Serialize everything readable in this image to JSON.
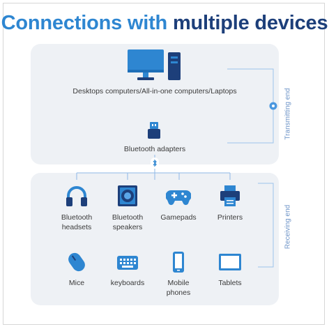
{
  "title": {
    "part1": "Connections with",
    "part2": "multiple devices"
  },
  "top": {
    "computers_label": "Desktops computers/All-in-one computers/Laptops",
    "adapter_label": "Bluetooth adapters",
    "side_label": "Transmitting end"
  },
  "bottom": {
    "side_label": "Receiving end",
    "items": [
      {
        "label": "Bluetooth headsets",
        "icon": "headphones-icon"
      },
      {
        "label": "Bluetooth speakers",
        "icon": "speaker-icon"
      },
      {
        "label": "Gamepads",
        "icon": "gamepad-icon"
      },
      {
        "label": "Printers",
        "icon": "printer-icon"
      },
      {
        "label": "Mice",
        "icon": "mouse-icon"
      },
      {
        "label": "keyboards",
        "icon": "keyboard-icon"
      },
      {
        "label": "Mobile phones",
        "icon": "mobile-phone-icon"
      },
      {
        "label": "Tablets",
        "icon": "tablet-icon"
      }
    ]
  },
  "colors": {
    "accent": "#2e86d1",
    "dark_accent": "#1d3f7a",
    "panel": "#eef1f5",
    "line": "#8fb8e6"
  }
}
